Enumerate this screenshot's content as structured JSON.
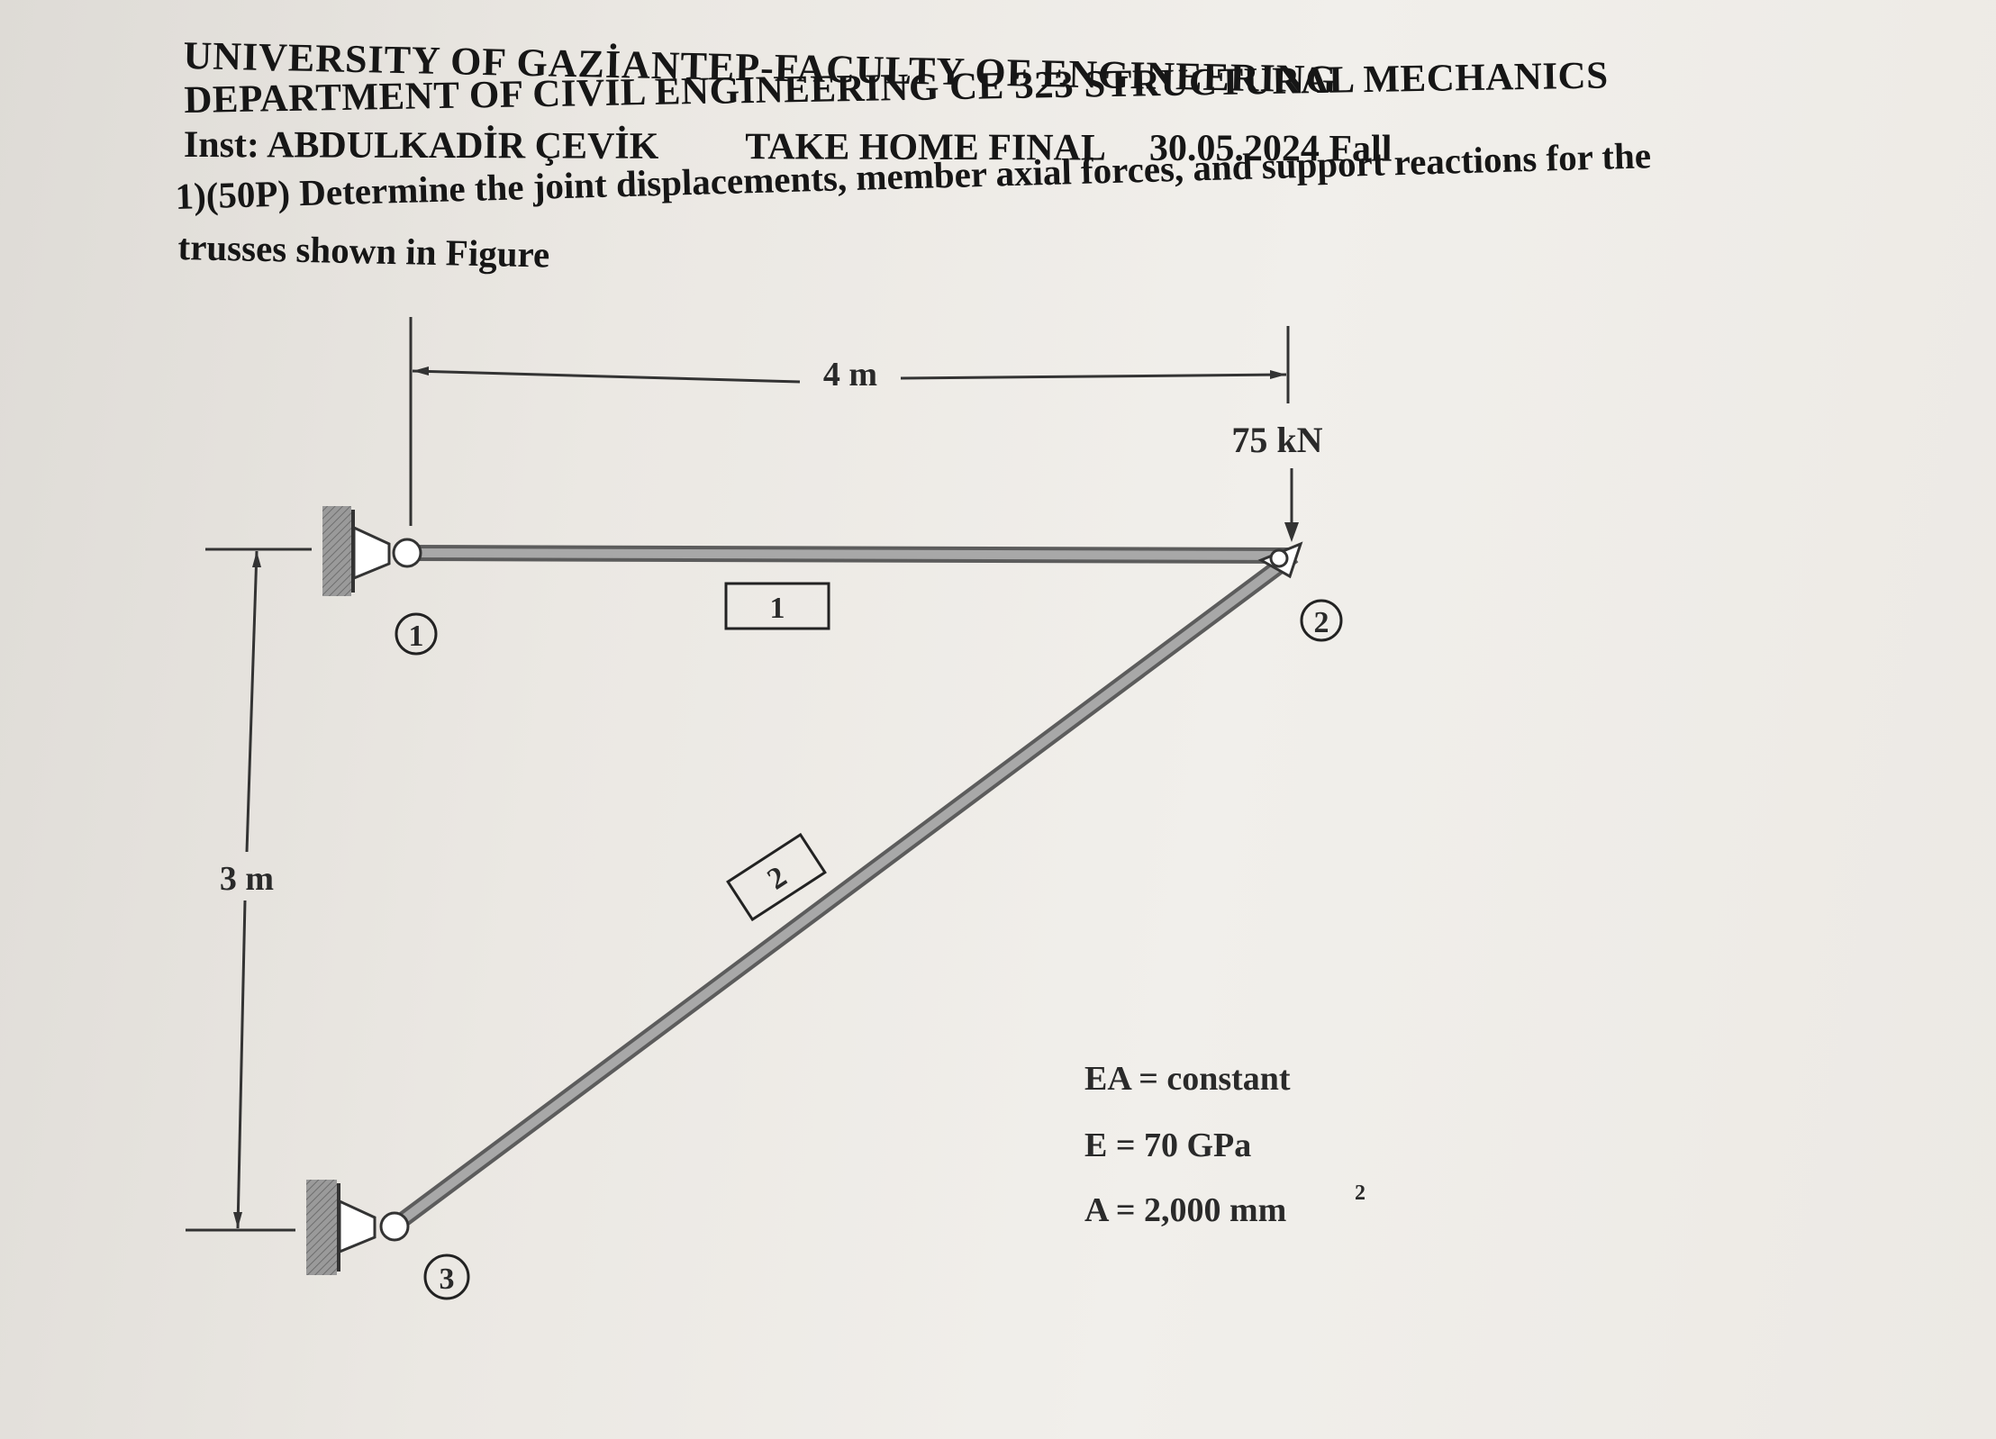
{
  "header": {
    "university": "UNIVERSITY OF GAZİANTEP-FACULTY OF ENGINEERING",
    "department": "DEPARTMENT OF CIVIL ENGINEERING CE 323 STRUCTURAL MECHANICS",
    "instructor": "Inst: ABDULKADİR ÇEVİK",
    "exam_title": "TAKE HOME FINAL",
    "exam_date": "30.05.2024 Fall"
  },
  "question": {
    "line1": "1)(50P) Determine the joint displacements, member axial forces, and support reactions for the",
    "line2": "trusses shown in Figure"
  },
  "figure": {
    "horizontal_dimension": "4 m",
    "vertical_dimension": "3 m",
    "load": "75 kN",
    "joints": [
      "1",
      "2",
      "3"
    ],
    "members": [
      "1",
      "2"
    ],
    "properties": {
      "ea": "EA = constant",
      "e": "E = 70 GPa",
      "a": "A = 2,000 mm",
      "a_exponent": "2"
    }
  }
}
